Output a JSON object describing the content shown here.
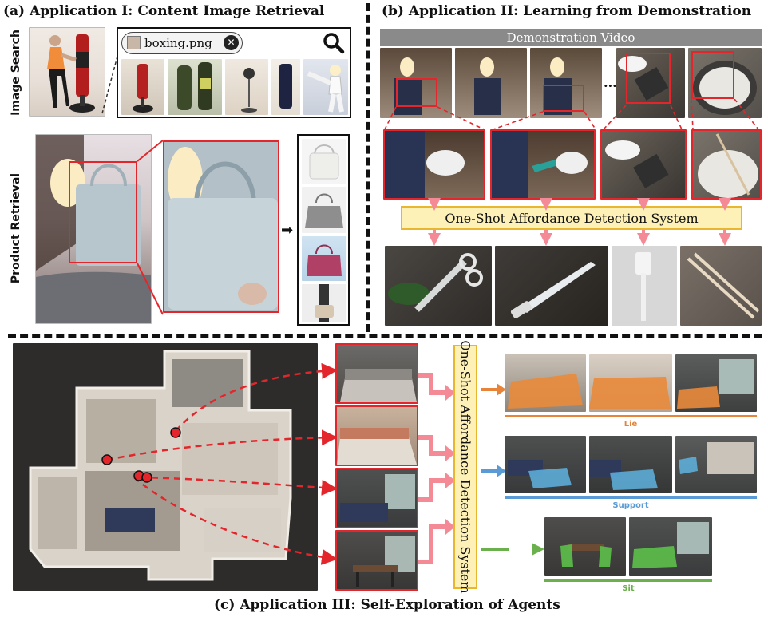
{
  "titles": {
    "app1": "(a) Application I: Content Image Retrieval",
    "app2": "(b) Application II: Learning from Demonstration",
    "app3": "(c) Application III: Self-Exploration of Agents"
  },
  "side_labels": {
    "image_search": "Image Search",
    "product_retrieval": "Product Retrieval"
  },
  "search": {
    "query": "boxing.png"
  },
  "demo": {
    "header": "Demonstration Video",
    "ellipsis": "...",
    "system": "One-Shot Affordance Detection System"
  },
  "exploration": {
    "system": "One-Shot Affordance Detection System",
    "categories": [
      {
        "label": "Lie",
        "color": "#e8843a"
      },
      {
        "label": "Support",
        "color": "#5b9bd5"
      },
      {
        "label": "Sit",
        "color": "#6ab04c"
      }
    ]
  },
  "colors": {
    "red": "#e3262b",
    "pink_arrow": "#f48a96",
    "system_fill": "#fdf1b8",
    "system_border": "#e9b630"
  }
}
